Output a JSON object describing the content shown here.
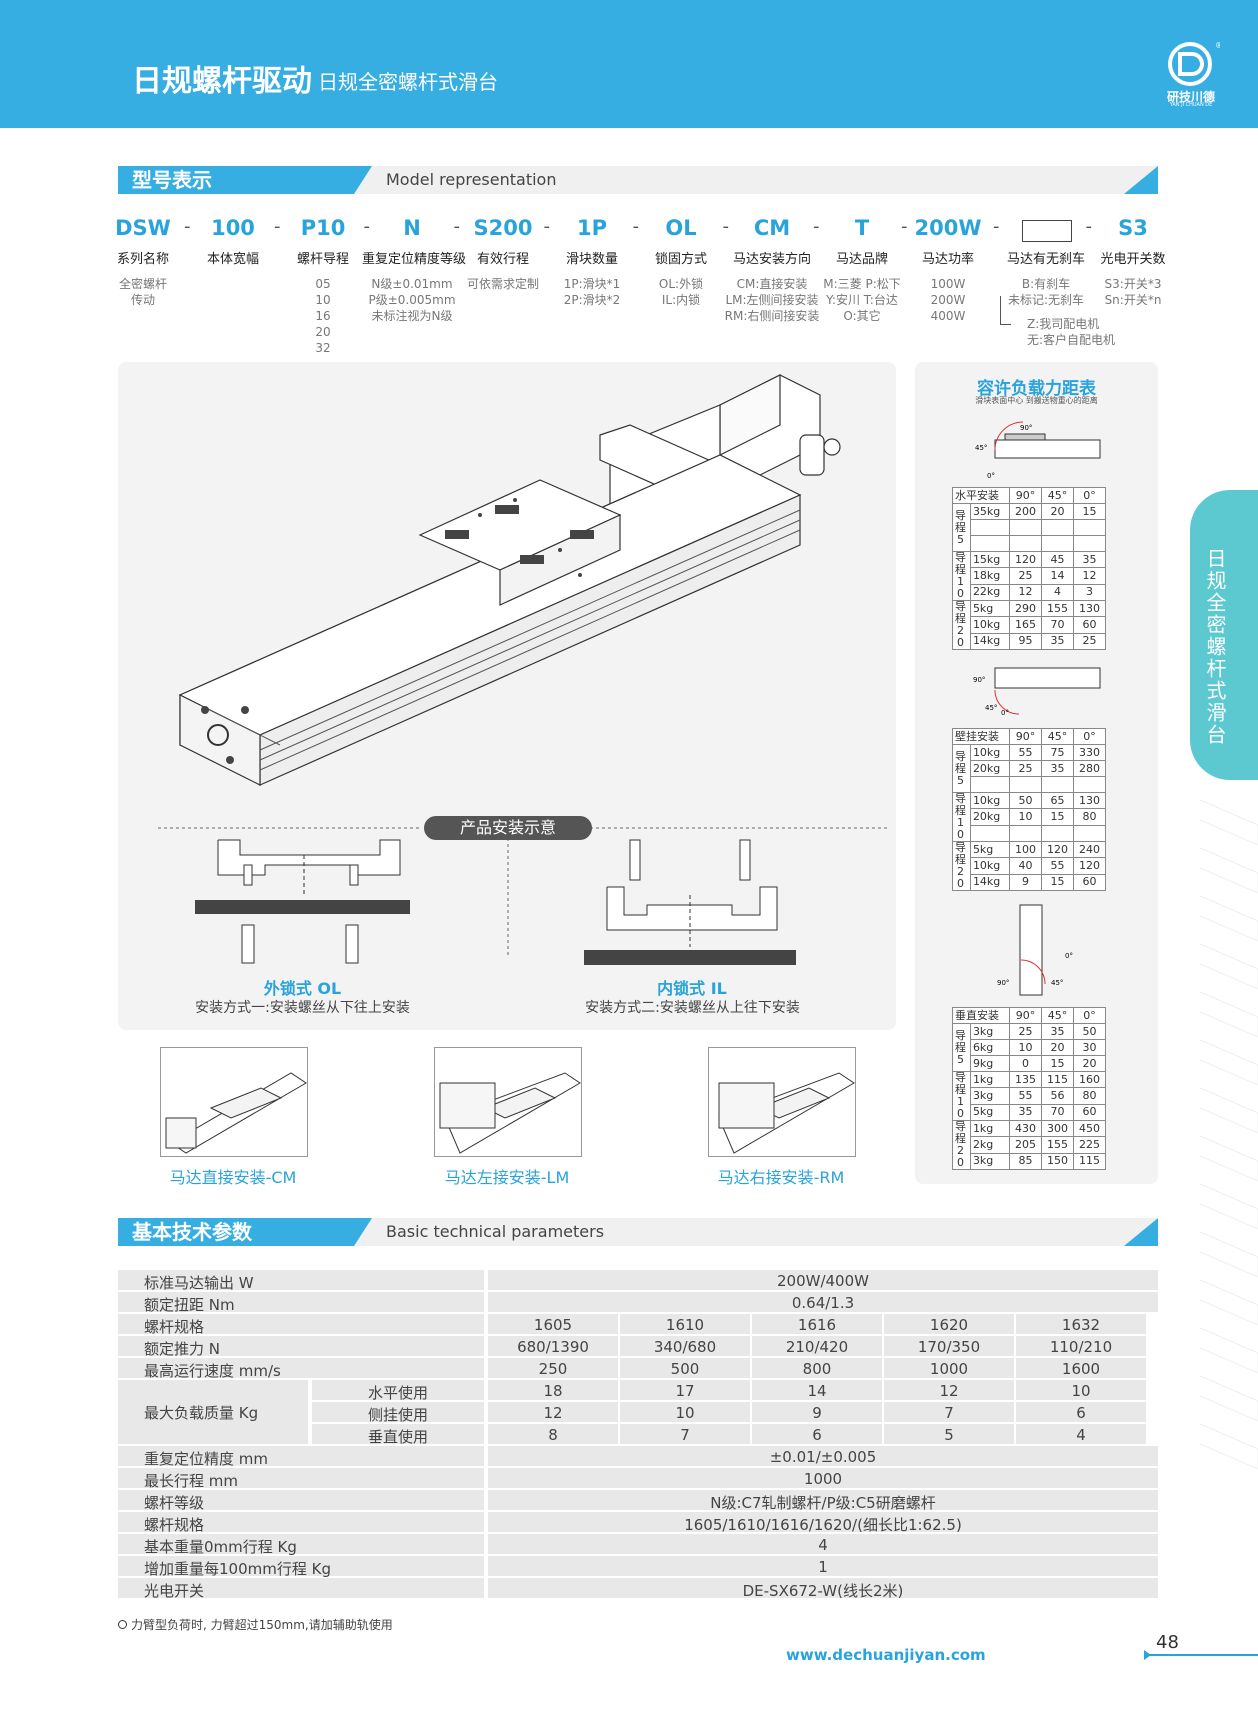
{
  "header": {
    "title": "日规螺杆驱动",
    "subtitle": "日规全密螺杆式滑台",
    "brand_cn": "研技川德",
    "brand_en": "YAN JI CHUAN DE"
  },
  "side_tab": "日规全密螺杆式滑台",
  "model_section": {
    "title": "型号表示",
    "title_en": "Model representation"
  },
  "model_codes": [
    {
      "code": "DSW",
      "label": "系列名称",
      "desc": [
        "全密螺杆",
        "传动"
      ]
    },
    {
      "code": "100",
      "label": "本体宽幅",
      "desc": []
    },
    {
      "code": "P10",
      "label": "螺杆导程",
      "desc": [
        "05",
        "10",
        "16",
        "20",
        "32"
      ]
    },
    {
      "code": "N",
      "label": "重复定位精度等级",
      "desc": [
        "N级±0.01mm",
        "P级±0.005mm",
        "未标注视为N级"
      ]
    },
    {
      "code": "S200",
      "label": "有效行程",
      "desc": [
        "可依需求定制"
      ]
    },
    {
      "code": "1P",
      "label": "滑块数量",
      "desc": [
        "1P:滑块*1",
        "2P:滑块*2"
      ]
    },
    {
      "code": "OL",
      "label": "锁固方式",
      "desc": [
        "OL:外锁",
        "IL:内锁"
      ]
    },
    {
      "code": "CM",
      "label": "马达安装方向",
      "desc": [
        "CM:直接安装",
        "LM:左侧间接安装",
        "RM:右侧间接安装"
      ]
    },
    {
      "code": "T",
      "label": "马达品牌",
      "desc": [
        "M:三菱 P:松下",
        "Y:安川 T:台达",
        "O:其它"
      ]
    },
    {
      "code": "200W",
      "label": "马达功率",
      "desc": [
        "100W",
        "200W",
        "400W"
      ]
    },
    {
      "code": "",
      "label": "马达有无刹车",
      "desc": [
        "B:有刹车",
        "未标记:无刹车"
      ]
    },
    {
      "code": "S3",
      "label": "光电开关数",
      "desc": [
        "S3:开关*3",
        "Sn:开关*n"
      ]
    }
  ],
  "motor_notes": [
    "Z:我司配电机",
    "无:客户自配电机"
  ],
  "install": {
    "title": "产品安装示意",
    "ol_title": "外锁式 OL",
    "ol_desc": "安装方式一:安装螺丝从下往上安装",
    "il_title": "内锁式 IL",
    "il_desc": "安装方式二:安装螺丝从上往下安装"
  },
  "motor_mounts": [
    "马达直接安装-CM",
    "马达左接安装-LM",
    "马达右接安装-RM"
  ],
  "load_panel": {
    "title": "容许负载力距表",
    "subtitle": "滑块表面中心 到搬送物重心的距离",
    "horizontal": {
      "header": [
        "水平安装",
        "90°",
        "45°",
        "0°"
      ],
      "groups": [
        {
          "lead": "导程5",
          "rows": [
            [
              "35kg",
              "200",
              "20",
              "15"
            ],
            [
              "",
              "",
              "",
              ""
            ],
            [
              "",
              "",
              "",
              ""
            ]
          ]
        },
        {
          "lead": "导程10",
          "rows": [
            [
              "15kg",
              "120",
              "45",
              "35"
            ],
            [
              "18kg",
              "25",
              "14",
              "12"
            ],
            [
              "22kg",
              "12",
              "4",
              "3"
            ]
          ]
        },
        {
          "lead": "导程20",
          "rows": [
            [
              "5kg",
              "290",
              "155",
              "130"
            ],
            [
              "10kg",
              "165",
              "70",
              "60"
            ],
            [
              "14kg",
              "95",
              "35",
              "25"
            ]
          ]
        }
      ]
    },
    "wall": {
      "header": [
        "壁挂安装",
        "90°",
        "45°",
        "0°"
      ],
      "groups": [
        {
          "lead": "导程5",
          "rows": [
            [
              "10kg",
              "55",
              "75",
              "330"
            ],
            [
              "20kg",
              "25",
              "35",
              "280"
            ],
            [
              "",
              "",
              "",
              ""
            ]
          ]
        },
        {
          "lead": "导程10",
          "rows": [
            [
              "10kg",
              "50",
              "65",
              "130"
            ],
            [
              "20kg",
              "10",
              "15",
              "80"
            ],
            [
              "",
              "",
              "",
              ""
            ]
          ]
        },
        {
          "lead": "导程20",
          "rows": [
            [
              "5kg",
              "100",
              "120",
              "240"
            ],
            [
              "10kg",
              "40",
              "55",
              "120"
            ],
            [
              "14kg",
              "9",
              "15",
              "60"
            ]
          ]
        }
      ]
    },
    "vertical": {
      "header": [
        "垂直安装",
        "90°",
        "45°",
        "0°"
      ],
      "groups": [
        {
          "lead": "导程5",
          "rows": [
            [
              "3kg",
              "25",
              "35",
              "50"
            ],
            [
              "6kg",
              "10",
              "20",
              "30"
            ],
            [
              "9kg",
              "0",
              "15",
              "20"
            ]
          ]
        },
        {
          "lead": "导程10",
          "rows": [
            [
              "1kg",
              "135",
              "115",
              "160"
            ],
            [
              "3kg",
              "55",
              "56",
              "80"
            ],
            [
              "5kg",
              "35",
              "70",
              "60"
            ]
          ]
        },
        {
          "lead": "导程20",
          "rows": [
            [
              "1kg",
              "430",
              "300",
              "450"
            ],
            [
              "2kg",
              "205",
              "155",
              "225"
            ],
            [
              "3kg",
              "85",
              "150",
              "115"
            ]
          ]
        }
      ]
    },
    "angles": [
      "90°",
      "45°",
      "0°"
    ]
  },
  "tech_section": {
    "title": "基本技术参数",
    "title_en": "Basic technical parameters"
  },
  "tech": {
    "motor_output": {
      "label": "标准马达输出 W",
      "value": "200W/400W"
    },
    "rated_torque": {
      "label": "额定扭距 Nm",
      "value": "0.64/1.3"
    },
    "screw_spec": {
      "label": "螺杆规格",
      "values": [
        "1605",
        "1610",
        "1616",
        "1620",
        "1632"
      ]
    },
    "rated_thrust": {
      "label": "额定推力 N",
      "values": [
        "680/1390",
        "340/680",
        "210/420",
        "170/350",
        "110/210"
      ]
    },
    "max_speed": {
      "label": "最高运行速度 mm/s",
      "values": [
        "250",
        "500",
        "800",
        "1000",
        "1600"
      ]
    },
    "max_load": {
      "label": "最大负载质量 Kg",
      "rows": [
        {
          "sub": "水平使用",
          "values": [
            "18",
            "17",
            "14",
            "12",
            "10"
          ]
        },
        {
          "sub": "侧挂使用",
          "values": [
            "12",
            "10",
            "9",
            "7",
            "6"
          ]
        },
        {
          "sub": "垂直使用",
          "values": [
            "8",
            "7",
            "6",
            "5",
            "4"
          ]
        }
      ]
    },
    "repeat_acc": {
      "label": "重复定位精度 mm",
      "value": "±0.01/±0.005"
    },
    "max_stroke": {
      "label": "最长行程 mm",
      "value": "1000"
    },
    "screw_grade": {
      "label": "螺杆等级",
      "value": "N级:C7轧制螺杆/P级:C5研磨螺杆"
    },
    "screw_spec2": {
      "label": "螺杆规格",
      "value": "1605/1610/1616/1620/(细长比1:62.5)"
    },
    "base_weight": {
      "label": "基本重量0mm行程 Kg",
      "value": "4"
    },
    "add_weight": {
      "label": "增加重量每100mm行程 Kg",
      "value": "1"
    },
    "sensor": {
      "label": "光电开关",
      "value": "DE-SX672-W(线长2米)"
    }
  },
  "footnote": "力臂型负荷时, 力臂超过150mm,请加辅助轨使用",
  "footer": {
    "url": "www.dechuanjiyan.com",
    "page": "48"
  },
  "colors": {
    "brand_blue": "#36aee2",
    "teal": "#5bc9cf"
  }
}
